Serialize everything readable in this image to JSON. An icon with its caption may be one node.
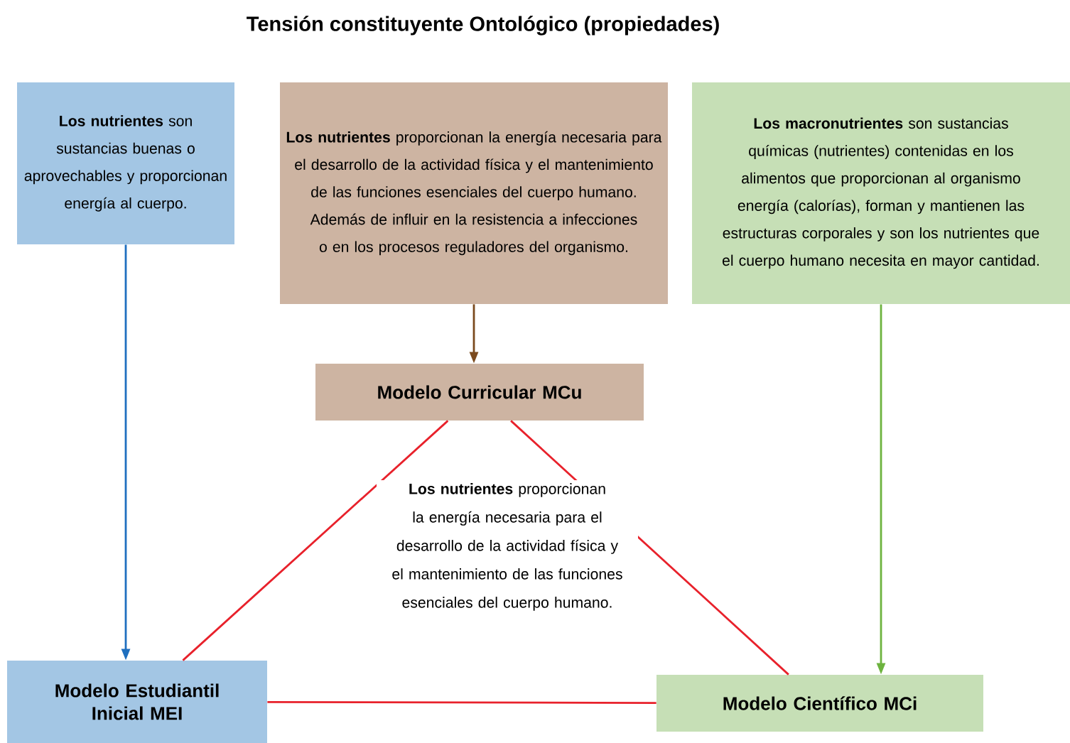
{
  "diagram": {
    "title": "Tensión constituyente Ontológico (propiedades)",
    "nodes": [
      {
        "text": [
          "**Los nutrientes** son sustancias buenas o aprovechables y proporcionan energía al cuerpo."
        ]
      },
      {
        "text": [
          "**Los nutrientes** proporcionan la energía necesaria para el desarrollo de la actividad física y el mantenimiento de las funciones esenciales del cuerpo humano. Además de influir en la resistencia a infecciones o en los procesos reguladores del organismo."
        ]
      },
      {
        "text": [
          "**Los macronutrientes** son sustancias químicas (nutrientes) contenidas en los alimentos que proporcionan al organismo energía (calorías), forman y mantienen las estructuras corporales y son los nutrientes que el cuerpo humano necesita en mayor cantidad."
        ]
      },
      {
        "text": [
          "Modelo Curricular MCu"
        ]
      },
      {
        "text": [
          "Modelo Estudiantil Inicial MEI"
        ]
      },
      {
        "text": [
          "Modelo Científico MCi"
        ]
      }
    ],
    "edges": [
      {
        "from": 0,
        "to": 4,
        "arrow": "to",
        "color": "#1f6fbf"
      },
      {
        "from": 1,
        "to": 3,
        "arrow": "to",
        "color": "#7b4a1e"
      },
      {
        "from": 2,
        "to": 5,
        "arrow": "to",
        "color": "#6db33f"
      },
      {
        "from": 3,
        "to": 4,
        "arrow": "none",
        "color": "#e8212b"
      },
      {
        "from": 3,
        "to": 5,
        "arrow": "none",
        "color": "#e8212b"
      },
      {
        "from": 4,
        "to": 5,
        "arrow": "none",
        "color": "#e8212b"
      }
    ],
    "labels": [
      "**Los nutrientes** proporcionan la energía necesaria para el desarrollo de la actividad física y el mantenimiento de las funciones esenciales del cuerpo humano."
    ]
  }
}
